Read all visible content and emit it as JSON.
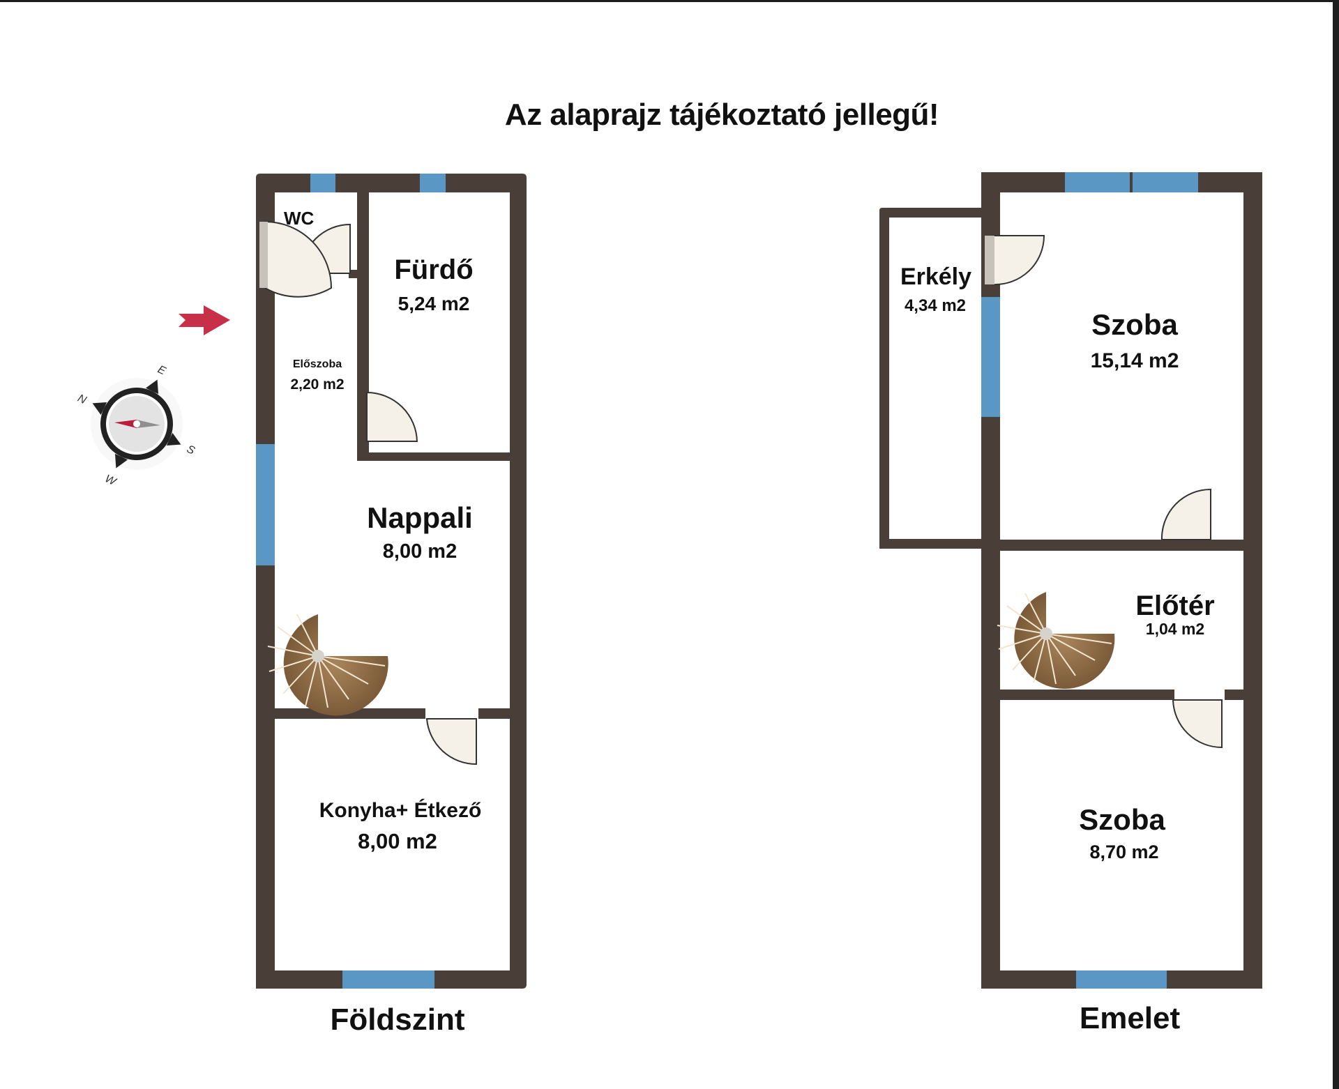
{
  "title": "Az alaprajz tájékoztató jellegű!",
  "colors": {
    "wall": "#4a3f38",
    "window": "#5b97c4",
    "door_fill": "#f5f0e8",
    "stair": "#8a6a45",
    "arrow": "#c8304a",
    "compass_needle_red": "#b81d3c",
    "compass_needle_gray": "#8f8f8f"
  },
  "compass": {
    "icon": "compass-icon",
    "labels": [
      "E",
      "S",
      "W",
      "N"
    ]
  },
  "entrance": {
    "icon": "entrance-arrow-icon"
  },
  "floors": [
    {
      "label": "Földszint",
      "rooms": [
        {
          "name": "WC",
          "area": ""
        },
        {
          "name": "Fürdő",
          "area": "5,24 m2"
        },
        {
          "name": "Előszoba",
          "area": "2,20 m2"
        },
        {
          "name": "Nappali",
          "area": "8,00 m2"
        },
        {
          "name": "Konyha+ Étkező",
          "area": "8,00 m2"
        }
      ]
    },
    {
      "label": "Emelet",
      "rooms": [
        {
          "name": "Erkély",
          "area": "4,34 m2"
        },
        {
          "name": "Szoba",
          "area": "15,14 m2"
        },
        {
          "name": "Előtér",
          "area": "1,04 m2"
        },
        {
          "name": "Szoba",
          "area": "8,70 m2"
        }
      ]
    }
  ]
}
